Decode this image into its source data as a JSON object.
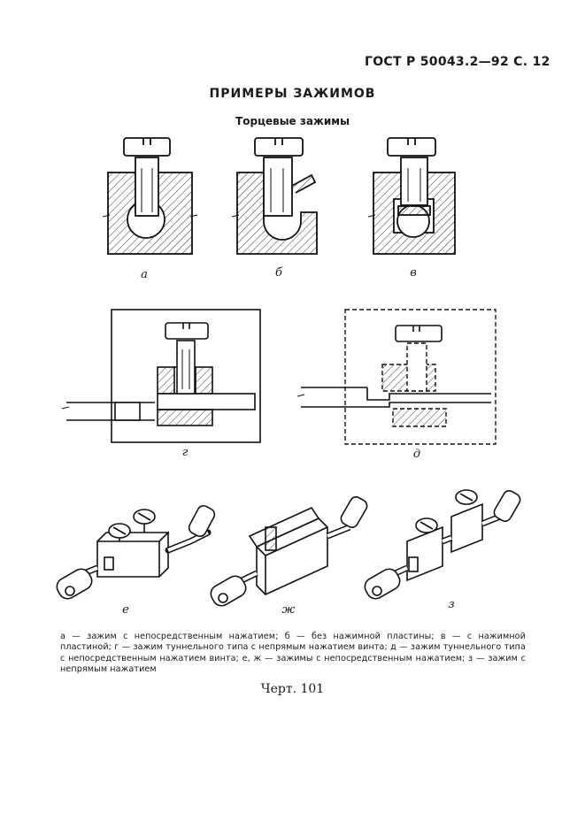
{
  "header": "ГОСТ Р 50043.2—92 С. 12",
  "title": "ПРИМЕРЫ ЗАЖИМОВ",
  "subtitle": "Торцевые зажимы",
  "figure_labels": {
    "a": "а",
    "b": "б",
    "v": "в",
    "g": "г",
    "d": "д",
    "e": "е",
    "zh": "ж",
    "z": "з"
  },
  "caption": "а — зажим с непосредственным нажатием; б — без нажимной пластины; в — с нажимной пластиной; г — зажим туннельного типа с непрямым нажатием винта; д — зажим туннельного типа с непосредственным нажатием винта; е, ж — зажимы с непосредственным нажатием; з — зажим с непрямым нажатием",
  "figure_number": "Черт. 101"
}
